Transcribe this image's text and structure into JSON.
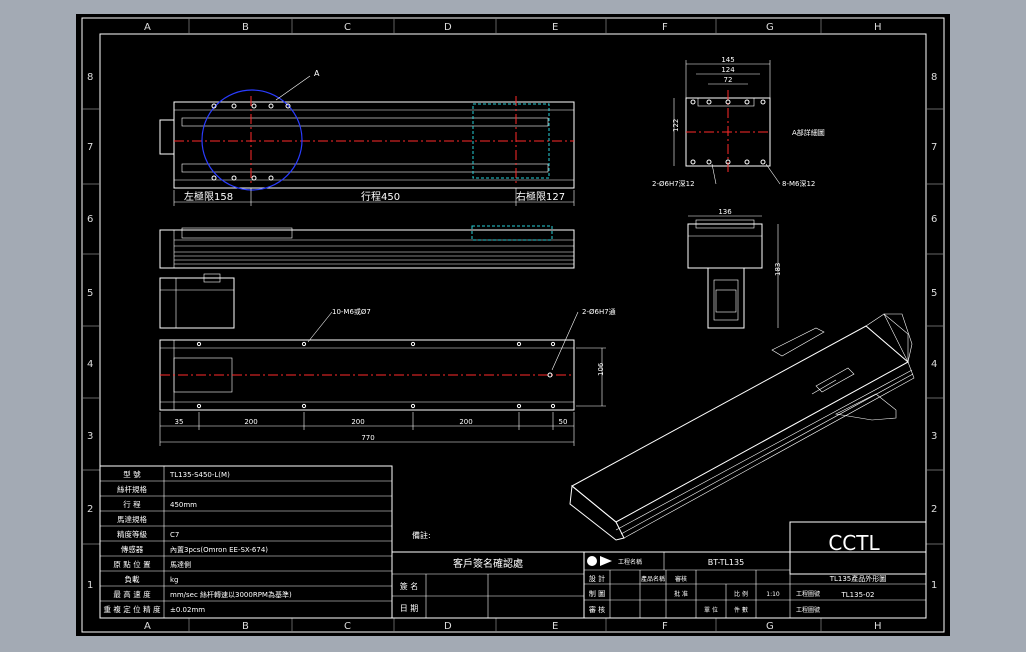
{
  "zones_top": [
    "A",
    "B",
    "C",
    "D",
    "E",
    "F",
    "G",
    "H"
  ],
  "zones_side": [
    "8",
    "7",
    "6",
    "5",
    "4",
    "3",
    "2",
    "1"
  ],
  "top_view": {
    "callout": "A",
    "left_limit": "左極限158",
    "stroke": "行程450",
    "right_limit": "右極限127"
  },
  "front_view": {
    "note_holes": "10-M6或Ø7",
    "note_pin": "2-Ø6H7通",
    "width_dim": "106",
    "dims": [
      "35",
      "200",
      "200",
      "200",
      "50"
    ],
    "total": "770"
  },
  "end_view": {
    "w1": "145",
    "w2": "124",
    "w3": "72",
    "h": "122",
    "detail": "A部詳細圖",
    "pin": "2-Ø6H7深12",
    "thread": "8-M6深12"
  },
  "side_view": {
    "width": "136",
    "height": "183"
  },
  "spec_table": {
    "rows": [
      {
        "label": "型 號",
        "value": "TL135-S450-L(M)"
      },
      {
        "label": "絲杆規格",
        "value": ""
      },
      {
        "label": "行 程",
        "value": "450mm"
      },
      {
        "label": "馬達規格",
        "value": ""
      },
      {
        "label": "精度等級",
        "value": "C7"
      },
      {
        "label": "傳感器",
        "value": "內置3pcs(Omron EE-SX-674)"
      },
      {
        "label": "原 點 位 置",
        "value": "馬達側"
      },
      {
        "label": "負載",
        "value": "kg"
      },
      {
        "label": "最 高 速 度",
        "value": "mm/sec 絲杆轉速以3000RPM為基準)"
      },
      {
        "label": "重 複 定 位 精 度",
        "value": "±0.02mm"
      }
    ]
  },
  "remark": "備註:",
  "customer_confirm": "客戶簽名確認處",
  "sign_label": "簽 名",
  "date_label": "日 期",
  "title_block": {
    "company_small": "工程名稱",
    "drawing_no": "BT-TL135",
    "logo_text": "CCTL",
    "rows": [
      [
        "設 計",
        "產品名稱",
        "審核"
      ],
      [
        "制 圖",
        "批 准",
        "比 例",
        "1:10",
        "工程圖號"
      ],
      [
        "審 核",
        "單 位",
        "件 數",
        "工程圖號"
      ]
    ],
    "product_name": "TL135產品外形圖",
    "part_no": "TL135-02"
  }
}
